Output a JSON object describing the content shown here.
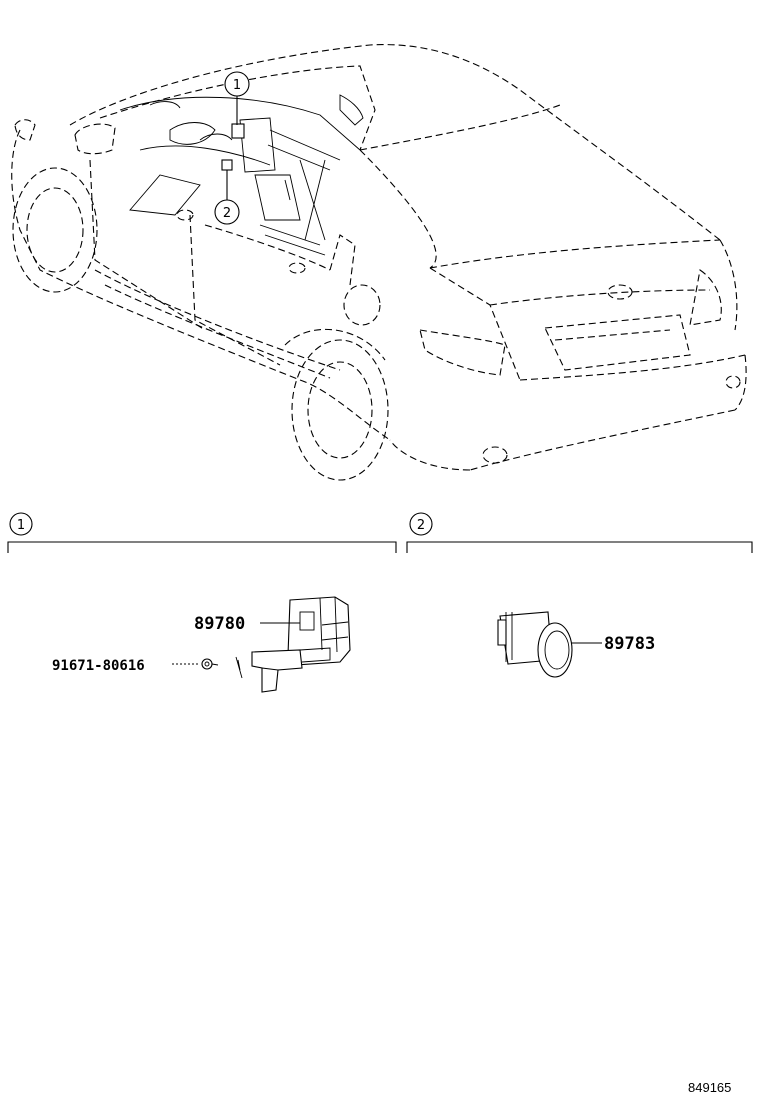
{
  "callouts": {
    "one": "1",
    "two": "2"
  },
  "sections": [
    {
      "number": "1"
    },
    {
      "number": "2"
    }
  ],
  "parts": {
    "module_part_number": "89780",
    "bolt_part_number": "91671-80616",
    "sensor_part_number": "89783"
  },
  "illustration_id": "849165"
}
